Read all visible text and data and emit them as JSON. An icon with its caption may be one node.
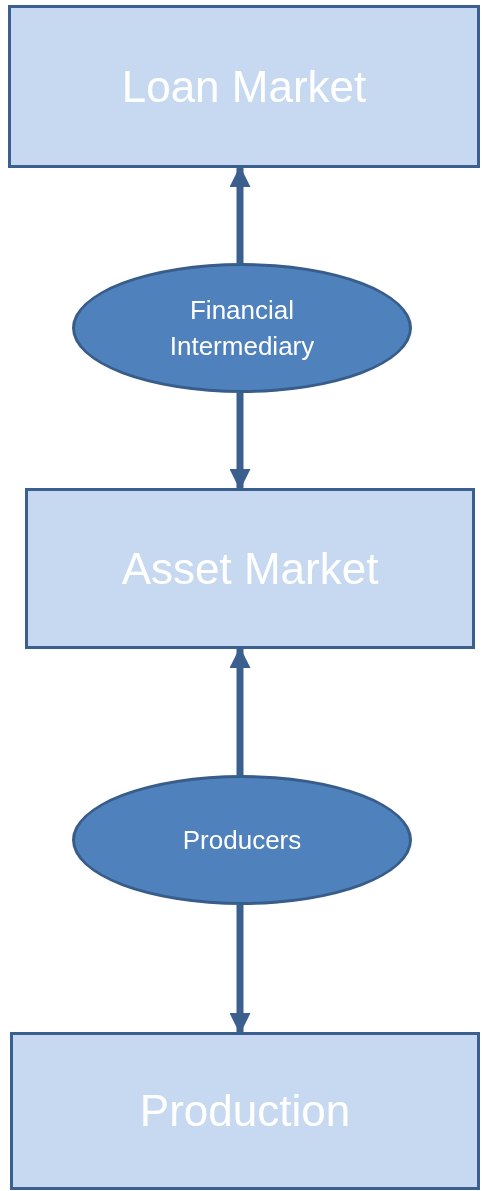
{
  "diagram": {
    "nodes": [
      {
        "text": [
          "Loan Market"
        ]
      },
      {
        "text": [
          "Financial Intermediary"
        ]
      },
      {
        "text": [
          "Asset Market"
        ]
      },
      {
        "text": [
          "Producers"
        ]
      },
      {
        "text": [
          "Production"
        ]
      }
    ],
    "edges": [
      {
        "from": 1,
        "to": 0,
        "arrow": "to"
      },
      {
        "from": 1,
        "to": 2,
        "arrow": "to"
      },
      {
        "from": 3,
        "to": 2,
        "arrow": "to"
      },
      {
        "from": 3,
        "to": 4,
        "arrow": "to"
      }
    ]
  }
}
